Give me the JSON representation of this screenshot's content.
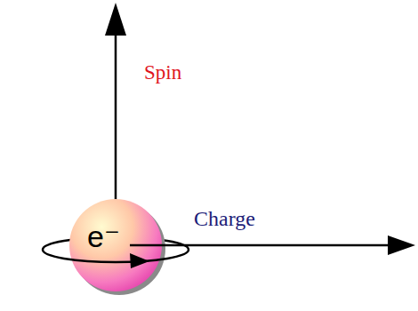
{
  "diagram": {
    "nodes": [
      {
        "text": [
          "e⁻"
        ]
      }
    ],
    "labels": [
      "Spin",
      "Charge"
    ]
  }
}
